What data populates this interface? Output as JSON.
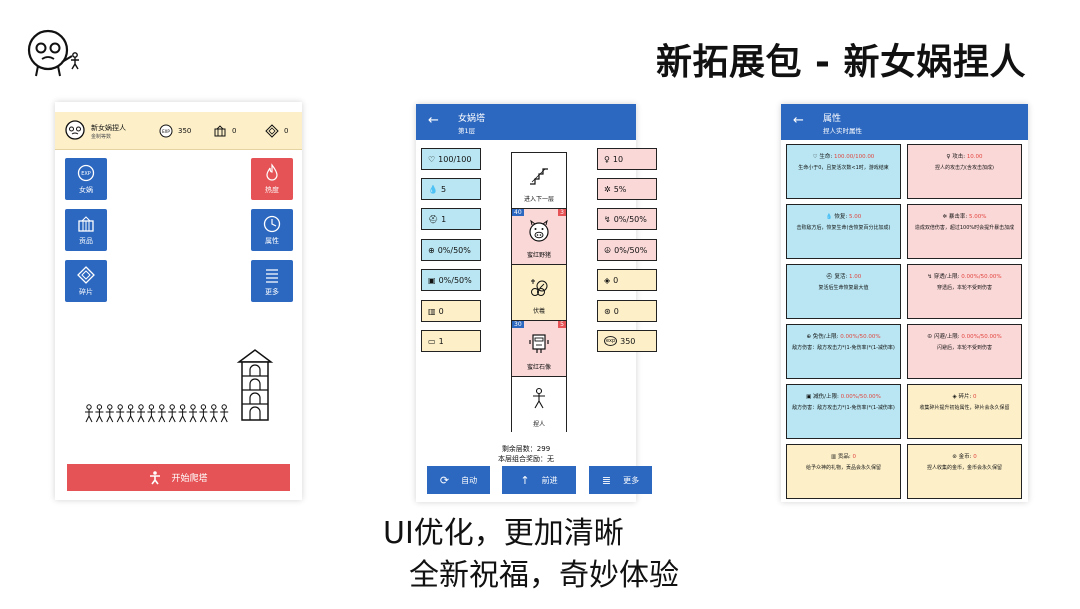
{
  "slide": {
    "headline": "新拓展包 - 新女娲捏人",
    "caption_line1": "UI优化，更加清晰",
    "caption_line2": "全新祝福，奇妙体验"
  },
  "screen_home": {
    "user_name": "新女娲捏人",
    "user_subtitle": "金制等数",
    "stats": [
      {
        "icon": "exp-icon",
        "value": "350"
      },
      {
        "icon": "tribute-icon",
        "value": "0"
      },
      {
        "icon": "shard-icon",
        "value": "0"
      }
    ],
    "left_buttons": [
      {
        "icon": "exp-icon",
        "label": "女娲"
      },
      {
        "icon": "tribute-icon",
        "label": "贡品"
      },
      {
        "icon": "shard-icon",
        "label": "碎片"
      }
    ],
    "right_buttons": [
      {
        "icon": "flame-icon",
        "label": "热度"
      },
      {
        "icon": "clock-icon",
        "label": "属性"
      },
      {
        "icon": "menu-icon",
        "label": "更多"
      }
    ],
    "start_label": "开始爬塔"
  },
  "screen_tower": {
    "title": "女娲塔",
    "floor": "第1层",
    "left_stats": [
      {
        "icon": "♡",
        "value": "100/100"
      },
      {
        "icon": "💧",
        "value": "5"
      },
      {
        "icon": "⛑",
        "value": "1"
      },
      {
        "icon": "⊕",
        "value": "0%/50%"
      },
      {
        "icon": "▣",
        "value": "0%/50%"
      },
      {
        "icon": "▥",
        "value": "0"
      },
      {
        "icon": "▭",
        "value": "1"
      }
    ],
    "right_stats": [
      {
        "icon": "♀",
        "value": "10"
      },
      {
        "icon": "✲",
        "value": "5%"
      },
      {
        "icon": "↯",
        "value": "0%/50%"
      },
      {
        "icon": "☮",
        "value": "0%/50%"
      },
      {
        "icon": "◈",
        "value": "0"
      },
      {
        "icon": "⊛",
        "value": "0"
      },
      {
        "icon": "exp",
        "value": "350"
      }
    ],
    "cells": [
      {
        "label": "进入下一层",
        "level": "",
        "count": ""
      },
      {
        "label": "蜜红野猪",
        "level": "40",
        "count": "3"
      },
      {
        "label": "伏羲",
        "level": "",
        "count": ""
      },
      {
        "label": "蜜红石像",
        "level": "30",
        "count": "5"
      },
      {
        "label": "捏人",
        "level": "",
        "count": ""
      }
    ],
    "remaining": "剩余层数：299",
    "floor_bonus": "本层组合奖励：无",
    "buttons": [
      "自动",
      "前进",
      "更多"
    ]
  },
  "screen_attr": {
    "title": "属性",
    "subtitle": "捏人实时属性",
    "cards": [
      {
        "name": "生命:",
        "value": "100.00/100.00",
        "desc": "生命小于0，且复活次数<1时，游戏结束"
      },
      {
        "name": "攻击:",
        "value": "10.00",
        "desc": "捏人的攻击力(含攻击加成)"
      },
      {
        "name": "恢复:",
        "value": "5.00",
        "desc": "击败敌方后，恢复生命(含恢复百分比加成)"
      },
      {
        "name": "暴击率:",
        "value": "5.00%",
        "desc": "造成双倍伤害，超过100%时会提升暴击加成"
      },
      {
        "name": "复活:",
        "value": "1.00",
        "desc": "复活后生命恢复最大值"
      },
      {
        "name": "穿透/上限:",
        "value": "0.00%/50.00%",
        "desc": "穿透后，本轮不受到伤害"
      },
      {
        "name": "免伤/上限:",
        "value": "0.00%/50.00%",
        "desc": "敌方伤害：敌方攻击力*(1-免伤率)*(1-减伤率)"
      },
      {
        "name": "闪避/上限:",
        "value": "0.00%/50.00%",
        "desc": "闪避后，本轮不受到伤害"
      },
      {
        "name": "减伤/上限:",
        "value": "0.00%/50.00%",
        "desc": "敌方伤害：敌方攻击力*(1-免伤率)*(1-减伤率)"
      },
      {
        "name": "碎片:",
        "value": "0",
        "desc": "收集碎片提升初始属性，碎片会永久保留"
      },
      {
        "name": "贡品:",
        "value": "0",
        "desc": "给予众神的礼物，贡品会永久保留"
      },
      {
        "name": "金币:",
        "value": "0",
        "desc": "捏人收集的金币，金币会永久保留"
      }
    ]
  }
}
